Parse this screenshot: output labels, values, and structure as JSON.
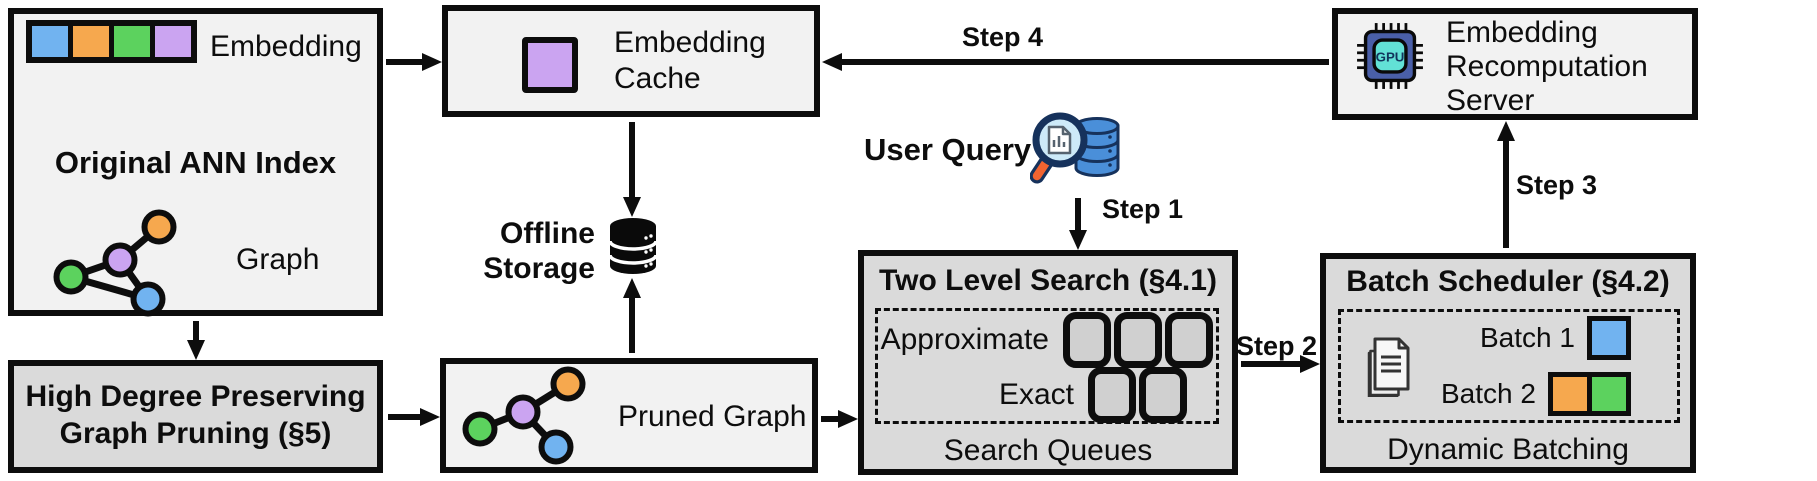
{
  "figure": {
    "description_hidden": false
  },
  "colors": {
    "ink": "#0d0d0d",
    "box_light": "#f2f2f2",
    "box_dark": "#dadada",
    "slot_fill": "#d0d0d0",
    "blue": "#71b3f0",
    "orange": "#f6a84e",
    "green": "#5cd25e",
    "purple": "#cba4f1",
    "gpu_chip": "#4a5fa8",
    "gpu_screen": "#62e1d6",
    "query_rim": "#16325c",
    "query_lens": "#cdeaf8",
    "query_handle": "#f26430",
    "query_db": "#4a8fd9",
    "doc_outline": "#333333"
  },
  "icons": {
    "offline_storage": "database-icon",
    "user_query": "magnifier-database-icon",
    "recomputation_server": "gpu-chip-icon",
    "batch_scheduler": "documents-icon",
    "original_graph": "graph-nodes-icon",
    "pruned_graph": "graph-nodes-icon",
    "embedding_cache": "purple-square-icon"
  },
  "nodes": {
    "original_ann_index": {
      "title": "Original ANN Index",
      "embedding_label": "Embedding",
      "graph_label": "Graph",
      "embedding_colors": [
        "blue",
        "orange",
        "green",
        "purple"
      ]
    },
    "embedding_cache": {
      "label": "Embedding Cache"
    },
    "offline_storage": {
      "label": "Offline Storage"
    },
    "user_query": {
      "label": "User Query"
    },
    "two_level_search": {
      "title": "Two Level Search (§4.1)",
      "rows": [
        {
          "label": "Approximate",
          "slots": 3
        },
        {
          "label": "Exact",
          "slots": 2
        }
      ],
      "caption": "Search Queues"
    },
    "batch_scheduler": {
      "title": "Batch Scheduler (§4.2)",
      "batches": [
        {
          "label": "Batch 1",
          "colors": [
            "blue"
          ]
        },
        {
          "label": "Batch 2",
          "colors": [
            "orange",
            "green"
          ]
        }
      ],
      "caption": "Dynamic Batching"
    },
    "recomputation_server": {
      "label": "Embedding Recomputation Server",
      "chip_text": "GPU"
    },
    "graph_pruning": {
      "label": "High Degree Preserving Graph Pruning (§5)"
    },
    "pruned_graph": {
      "label": "Pruned Graph"
    }
  },
  "steps": {
    "step1": "Step 1",
    "step2": "Step 2",
    "step3": "Step 3",
    "step4": "Step 4"
  }
}
